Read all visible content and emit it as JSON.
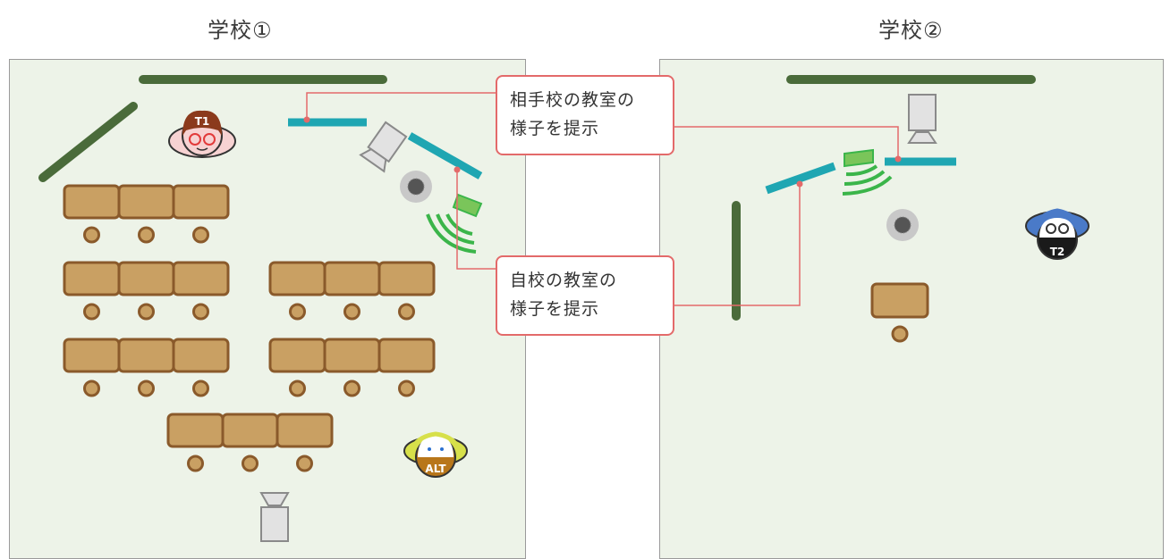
{
  "schools": {
    "left_title": "学校①",
    "right_title": "学校②"
  },
  "callouts": {
    "partner": {
      "line1": "相手校の教室の",
      "line2": "様子を提示"
    },
    "own": {
      "line1": "自校の教室の",
      "line2": "様子を提示"
    }
  },
  "people": {
    "teacher1": "T1",
    "teacher2": "T2",
    "alt": "ALT"
  },
  "colors": {
    "room_bg": "#edf3e8",
    "blackboard": "#4a6b3a",
    "screen": "#1fa6b2",
    "desk": "#c9a063",
    "desk_border": "#8a5a2b",
    "speaker_wave": "#3bb54a",
    "leader_line": "#e36a6a"
  }
}
